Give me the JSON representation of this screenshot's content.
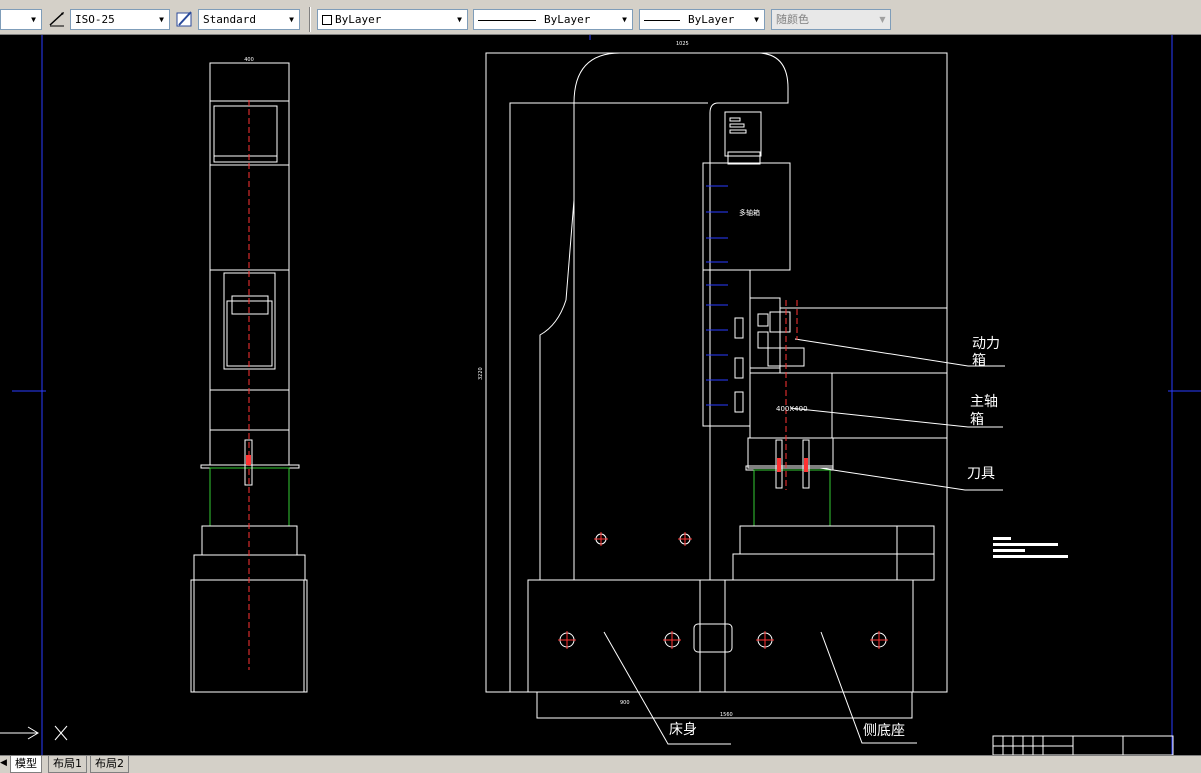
{
  "toolbar": {
    "dimstyle": "ISO-25",
    "textstyle": "Standard",
    "layer_color": "ByLayer",
    "linetype": "ByLayer",
    "lineweight": "ByLayer",
    "plot_style": "随颜色"
  },
  "drawing": {
    "labels": {
      "power_box": "动力\n箱",
      "spindle_box": "主轴\n箱",
      "tool": "刀具",
      "bed": "床身",
      "side_base": "侧底座",
      "multi_axis_box": "多轴箱",
      "spindle_size": "400X400"
    },
    "dimensions": {
      "top_width": "1025",
      "side_height": "3220",
      "left_top": "400",
      "bottom_total": "1560",
      "bottom_left": "900"
    }
  },
  "tabs": {
    "model": "模型",
    "layout1": "布局1",
    "layout2": "布局2"
  },
  "colors": {
    "background": "#000000",
    "lines": "#ffffff",
    "centerline": "#ff3333",
    "border": "#2a3cff",
    "tool_green": "#33cc33"
  }
}
